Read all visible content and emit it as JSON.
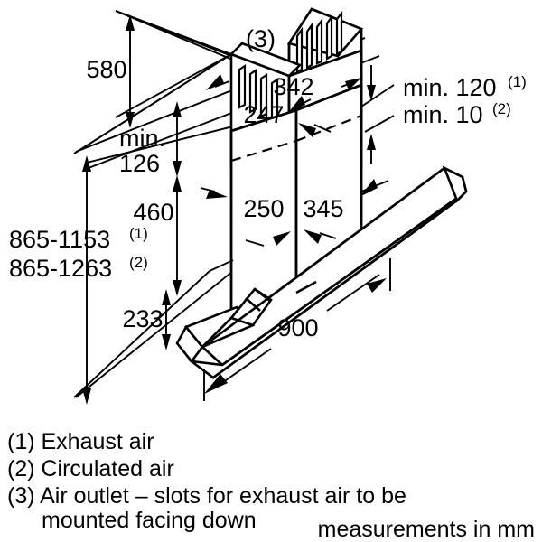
{
  "diagram": {
    "title": "Cooker hood installation dimension drawing",
    "units_note": "measurements in mm",
    "callout_air_outlet": "(3)",
    "dimensions": {
      "height_580": "580",
      "min_label": "min.",
      "min_126": "126",
      "h_460": "460",
      "h_233": "233",
      "total_1": "865-1153",
      "total_1_sup": "(1)",
      "total_2": "865-1263",
      "total_2_sup": "(2)",
      "w_342": "342",
      "w_247": "247",
      "w_250": "250",
      "d_345": "345",
      "w_900": "900",
      "min_120": "min. 120",
      "min_120_sup": "(1)",
      "min_10": "min. 10",
      "min_10_sup": "(2)"
    },
    "legend": [
      "(1) Exhaust air",
      "(2) Circulated air",
      "(3) Air outlet – slots for exhaust air to be",
      "mounted facing down"
    ],
    "colors": {
      "line": "#000000",
      "background": "#ffffff"
    }
  }
}
